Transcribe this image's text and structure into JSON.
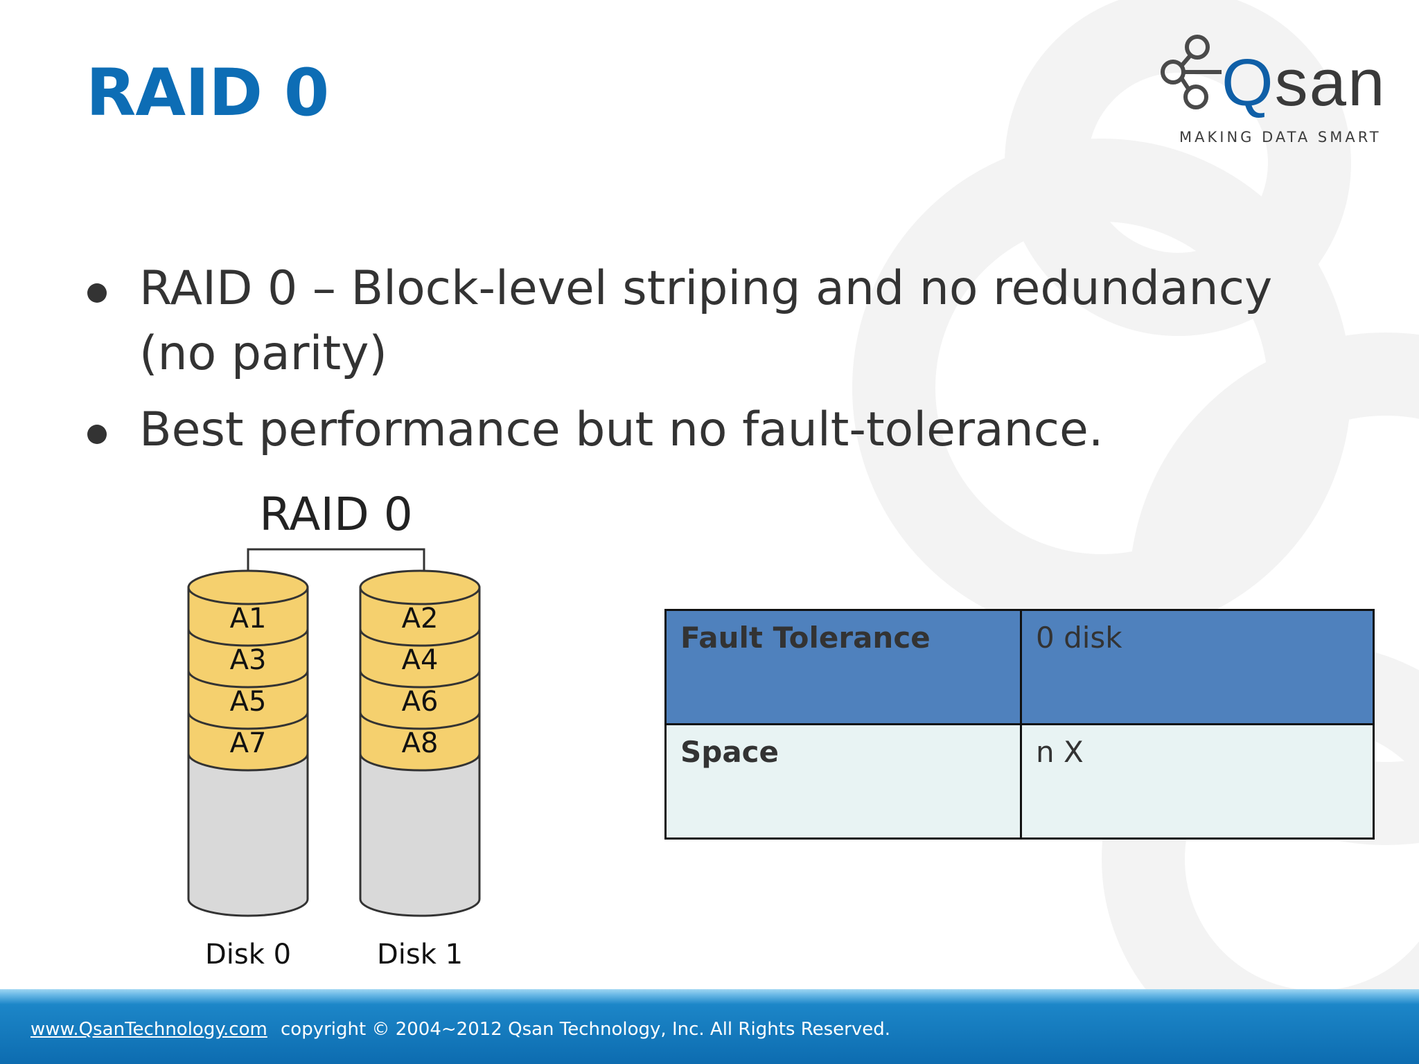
{
  "slide": {
    "title": "RAID 0",
    "bullets": [
      "RAID 0 – Block-level striping and no redundancy (no parity)",
      "Best performance but no fault-tolerance."
    ]
  },
  "logo": {
    "brand_prefix": "Q",
    "brand_suffix": "san",
    "tagline": "MAKING DATA SMART"
  },
  "diagram": {
    "title": "RAID 0",
    "disks": [
      {
        "label": "Disk 0",
        "blocks": [
          "A1",
          "A3",
          "A5",
          "A7"
        ]
      },
      {
        "label": "Disk 1",
        "blocks": [
          "A2",
          "A4",
          "A6",
          "A8"
        ]
      }
    ],
    "colors": {
      "block_fill": "#f5d06e",
      "disk_fill": "#d9d9d9",
      "stroke": "#333333"
    }
  },
  "table": {
    "rows": [
      {
        "label": "Fault Tolerance",
        "value": "0 disk"
      },
      {
        "label": "Space",
        "value": "n X"
      }
    ],
    "colors": {
      "header_fill": "#4f81bd",
      "body_fill": "#e8f3f3"
    }
  },
  "footer": {
    "url": "www.QsanTechnology.com",
    "copyright": "copyright © 2004~2012  Qsan Technology, Inc.  All Rights Reserved."
  },
  "colors": {
    "title": "#0d6db5",
    "text": "#333333",
    "footer": "#0d6cb0"
  }
}
